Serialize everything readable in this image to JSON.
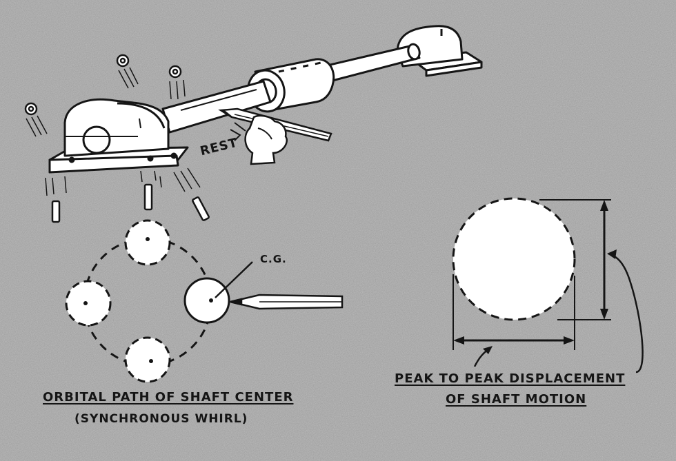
{
  "figure": {
    "labels": {
      "rest": "REST",
      "cg": "C.G.",
      "orbital_title": "ORBITAL PATH OF SHAFT CENTER",
      "orbital_subtitle": "(SYNCHRONOUS WHIRL)",
      "peak_line1": "PEAK TO PEAK DISPLACEMENT",
      "peak_line2": "OF SHAFT MOTION"
    },
    "colors": {
      "background": "#bdbdbd",
      "ink": "#151515",
      "paper": "#ffffff"
    }
  }
}
